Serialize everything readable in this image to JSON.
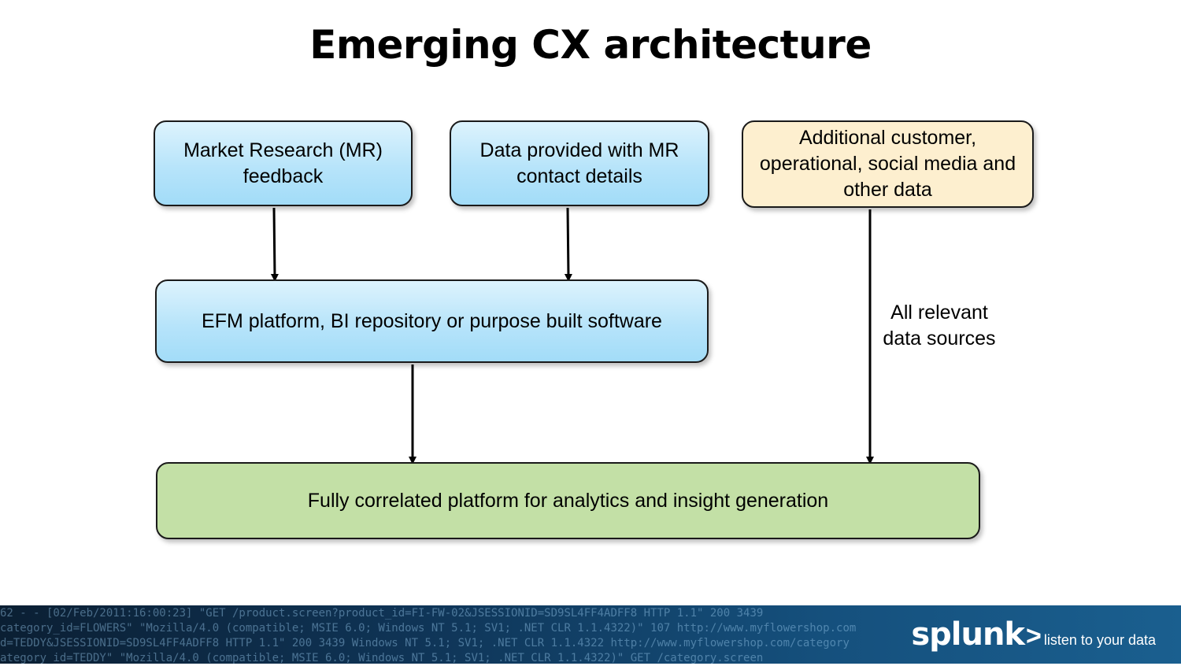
{
  "title": "Emerging CX architecture",
  "boxes": {
    "market_research": "Market Research (MR) feedback",
    "data_provided": "Data provided with MR contact details",
    "additional": "Additional customer, operational, social media and other data",
    "efm_platform": "EFM platform, BI repository or purpose built software",
    "fully_correlated": "Fully correlated platform for analytics and insight generation"
  },
  "side_label": "All relevant data sources",
  "colors": {
    "blue_box": "#b7e4fa",
    "cream_box": "#fdefcf",
    "green_box": "#c3e0a6",
    "footer": "#0f3456"
  },
  "footer": {
    "log_lines": [
      "62 - - [02/Feb/2011:16:00:23] \"GET /product.screen?product_id=FI-FW-02&JSESSIONID=SD9SL4FF4ADFF8 HTTP 1.1\" 200 3439",
      "category_id=FLOWERS\" \"Mozilla/4.0 (compatible; MSIE 6.0; Windows NT 5.1; SV1; .NET CLR 1.1.4322)\" 107 http://www.myflowershop.com",
      "d=TEDDY&JSESSIONID=SD9SL4FF4ADFF8 HTTP 1.1\" 200 3439 Windows NT 5.1; SV1; .NET CLR 1.1.4322 http://www.myflowershop.com/category",
      "ategory_id=TEDDY\" \"Mozilla/4.0 (compatible; MSIE 6.0; Windows NT 5.1; SV1; .NET CLR 1.1.4322)\" GET /category.screen"
    ],
    "brand": "splunk",
    "chevron": ">",
    "tagline": "listen to your data"
  }
}
